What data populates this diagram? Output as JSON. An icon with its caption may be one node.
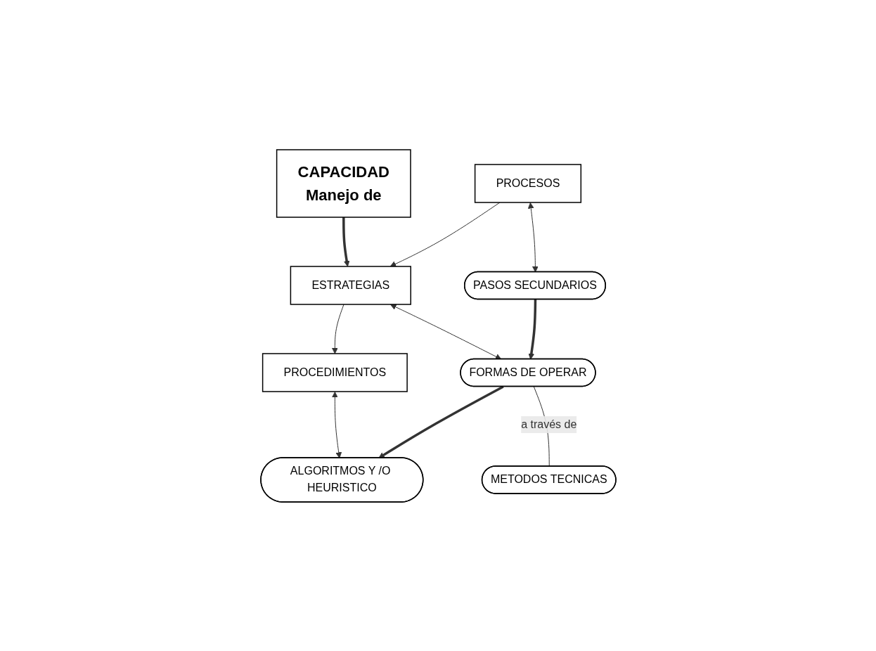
{
  "diagram": {
    "nodes": [
      {
        "text": [
          "CAPACIDAD",
          "Manejo de"
        ]
      },
      {
        "text": [
          "PROCESOS"
        ]
      },
      {
        "text": [
          "ESTRATEGIAS"
        ]
      },
      {
        "text": [
          "PROCEDIMIENTOS"
        ]
      },
      {
        "text": [
          "PASOS SECUNDARIOS"
        ]
      },
      {
        "text": [
          "FORMAS DE OPERAR"
        ]
      },
      {
        "text": [
          "ALGORITMOS Y /O HEURISTICO"
        ]
      },
      {
        "text": [
          "METODOS TECNICAS"
        ]
      }
    ],
    "edges": [
      {
        "from": 0,
        "to": 2,
        "arrow": "to",
        "style": "thick"
      },
      {
        "from": 1,
        "to": 2,
        "arrow": "to"
      },
      {
        "from": 2,
        "to": 3,
        "arrow": "to"
      },
      {
        "from": 1,
        "to": 4,
        "arrow": "both"
      },
      {
        "from": 2,
        "to": 5,
        "arrow": "both"
      },
      {
        "from": 3,
        "to": 6,
        "arrow": "both"
      },
      {
        "from": 4,
        "to": 5,
        "arrow": "to",
        "style": "thick"
      },
      {
        "from": 5,
        "to": 6,
        "arrow": "to",
        "style": "thick"
      },
      {
        "from": 5,
        "to": 7,
        "arrow": "none",
        "label": "a través de"
      }
    ]
  }
}
